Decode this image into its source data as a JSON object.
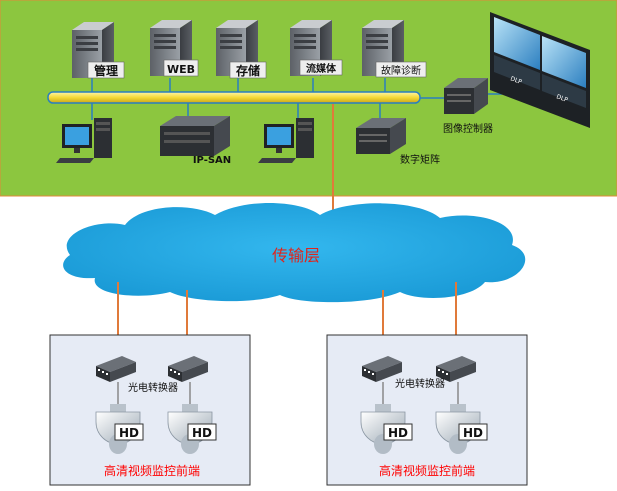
{
  "servers": {
    "mgmt": "管理",
    "web": "WEB",
    "storage": "存储",
    "streaming": "流媒体",
    "diagnosis": "故障诊断"
  },
  "devices": {
    "ipsan": "IP-SAN",
    "image_controller": "图像控制器",
    "digital_matrix": "数字矩阵",
    "dlp": "DLP"
  },
  "network": {
    "transport_layer": "传输层"
  },
  "frontends": {
    "converter": "光电转换器",
    "camera_badge": "HD",
    "group_label": "高清视频监控前端"
  },
  "colors": {
    "center_bg": "#8cc63f",
    "bus": "#f7e04b",
    "fiber": "#e07a3a",
    "cloud": "#29a8e0",
    "frontend_red": "#ff0000"
  }
}
